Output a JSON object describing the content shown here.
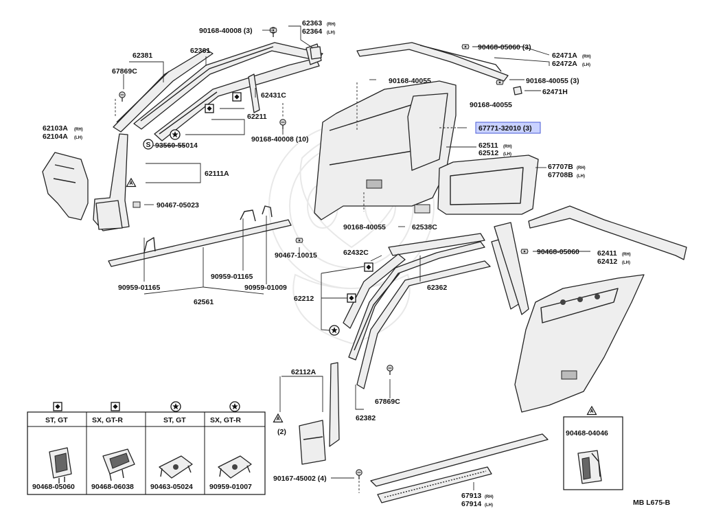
{
  "labels": {
    "p90168_40008_top": "90168-40008 (3)",
    "p62363": "62363",
    "p62364": "62364",
    "p62381": "62381",
    "p62361": "62361",
    "p67869c_top": "67869C",
    "p62431c": "62431C",
    "p62211": "62211",
    "p62103a": "62103A",
    "p62104a": "62104A",
    "p93560": "93560-55014",
    "p90168_40008_mid": "90168-40008 (10)",
    "p62111a": "62111A",
    "p90467_05023": "90467-05023",
    "p90468_05060_top": "90468-05060 (3)",
    "p62471a": "62471A",
    "p62472a": "62472A",
    "p90168_40055_a": "90168-40055",
    "p90168_40055_3": "90168-40055 (3)",
    "p62471h": "62471H",
    "p90168_40055_b": "90168-40055",
    "p67771": "67771-32010 (3)",
    "p62511": "62511",
    "p62512": "62512",
    "p67707b": "67707B",
    "p67708b": "67708B",
    "p90168_40055_c": "90168-40055",
    "p62538c": "62538C",
    "p90467_10015": "90467-10015",
    "p90959_01165_l": "90959-01165",
    "p90959_01165_r": "90959-01165",
    "p90959_01009": "90959-01009",
    "p62561": "62561",
    "p62432c": "62432C",
    "p62212": "62212",
    "p62362": "62362",
    "p90468_05060_mid": "90468-05060",
    "p62411": "62411",
    "p62412": "62412",
    "p62112a": "62112A",
    "p2": "(2)",
    "p67869c_bot": "67869C",
    "p62382": "62382",
    "p90167_45002": "90167-45002 (4)",
    "p67913": "67913",
    "p67914": "67914",
    "p90468_04046": "90468-04046",
    "ref_code": "MB L675-B"
  },
  "suffixes": {
    "rh": "(RH)",
    "lh": "(LH)"
  },
  "legend": {
    "cells": [
      {
        "header": "ST, GT",
        "part": "90468-05060",
        "symbol": "diamond-square"
      },
      {
        "header": "SX, GT-R",
        "part": "90468-06038",
        "symbol": "diamond-square"
      },
      {
        "header": "ST, GT",
        "part": "90463-05024",
        "symbol": "star-circle"
      },
      {
        "header": "SX, GT-R",
        "part": "90959-01007",
        "symbol": "star-circle"
      }
    ]
  },
  "symbols": {
    "s_circle": "S"
  },
  "colors": {
    "line": "#222222",
    "highlight_fill": "#c9d2ff",
    "highlight_stroke": "#4a5bd6",
    "background": "#ffffff"
  },
  "icons": {
    "diamond_square": "diamond-square-icon",
    "star_circle": "star-circle-icon",
    "triangle_a": "triangle-a-icon",
    "s_circle": "s-circle-icon"
  }
}
